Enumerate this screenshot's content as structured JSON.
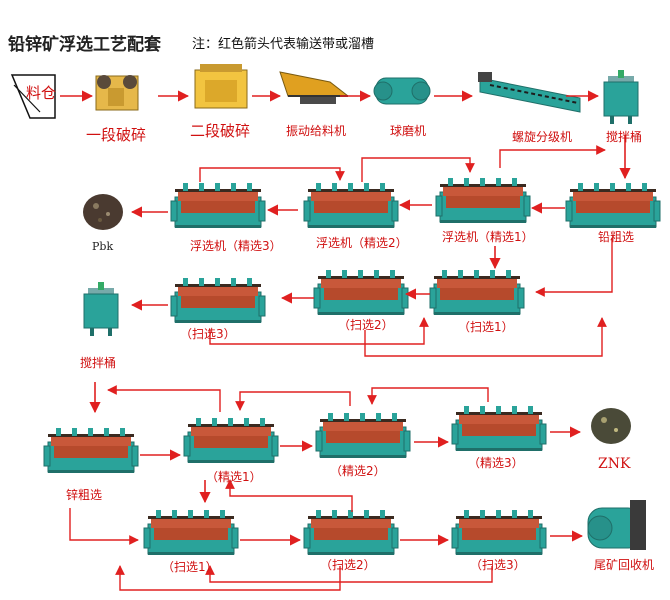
{
  "header": {
    "title": "铅锌矿浮选工艺配套",
    "note": "注：红色箭头代表输送带或溜槽"
  },
  "row1": {
    "bin": "料仓",
    "crusher1": "一段破碎",
    "crusher2": "二段破碎",
    "feeder": "振动给料机",
    "ballmill": "球磨机",
    "classifier": "螺旋分级机",
    "tank": "搅拌桶"
  },
  "lead": {
    "rougher": "铅粗选",
    "clean1": "浮选机（精选1）",
    "clean2": "浮选机（精选2）",
    "clean3": "浮选机（精选3）",
    "product": "Pbk",
    "scav1": "（扫选1）",
    "scav2": "（扫选2）",
    "scav3": "（扫选3）",
    "tank": "搅拌桶"
  },
  "zinc": {
    "rougher": "锌粗选",
    "clean1": "（精选1）",
    "clean2": "（精选2）",
    "clean3": "（精选3）",
    "product": "ZNK",
    "scav1": "（扫选1）",
    "scav2": "（扫选2）",
    "scav3": "（扫选3）",
    "tailings": "尾矿回收机"
  },
  "colors": {
    "arrow": "#e02020",
    "label": "#d01010",
    "cell_body": "#2aa39a",
    "cell_top": "#c8583a",
    "cell_dark": "#3a2a20"
  }
}
